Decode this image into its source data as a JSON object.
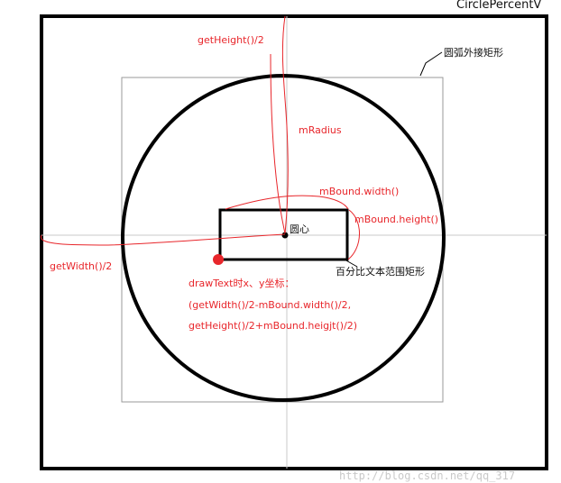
{
  "header_text": "CirclePercentV",
  "labels": {
    "get_height_half": "getHeight()/2",
    "m_radius": "mRadius",
    "m_bound_width": "mBound.width()",
    "m_bound_height": "mBound.height()",
    "center": "圆心",
    "get_width_half": "getWidth()/2",
    "arc_bounding_rect": "圆弧外接矩形",
    "percent_text_rect": "百分比文本范围矩形",
    "draw_text_line1": "drawText时x、y坐标：",
    "draw_text_line2": "(getWidth()/2-mBound.width()/2,",
    "draw_text_line3": "getHeight()/2+mBound.heigjt()/2)"
  },
  "watermark": "http://blog.csdn.net/qq_317",
  "colors": {
    "annotation": "#e8262b",
    "outline": "#000000",
    "axis": "#c8c8c8",
    "thin_rect": "#999999"
  }
}
